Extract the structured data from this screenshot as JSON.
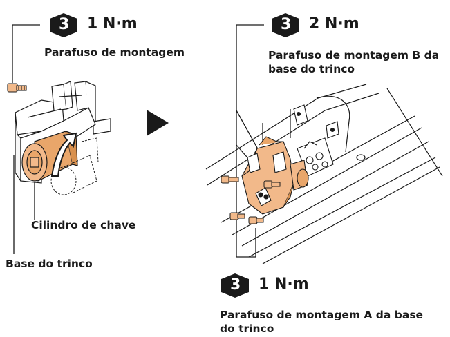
{
  "colors": {
    "part_fill": "#f2b98a",
    "part_shadow": "#d9914f",
    "line": "#1a1a1a",
    "badge": "#1a1a1a"
  },
  "left": {
    "step": "3",
    "torque": "1 N·m",
    "screw_label": "Parafuso de montagem",
    "cylinder_label": "Cilindro de chave",
    "base_label": "Base do trinco"
  },
  "arrow_icon": "play-arrow-icon",
  "right_top": {
    "step": "3",
    "torque": "2 N·m",
    "label_line1": "Parafuso de montagem B da",
    "label_line2": "base do trinco"
  },
  "right_bottom": {
    "step": "3",
    "torque": "1 N·m",
    "label_line1": "Parafuso de montagem A da base",
    "label_line2": "do trinco"
  }
}
